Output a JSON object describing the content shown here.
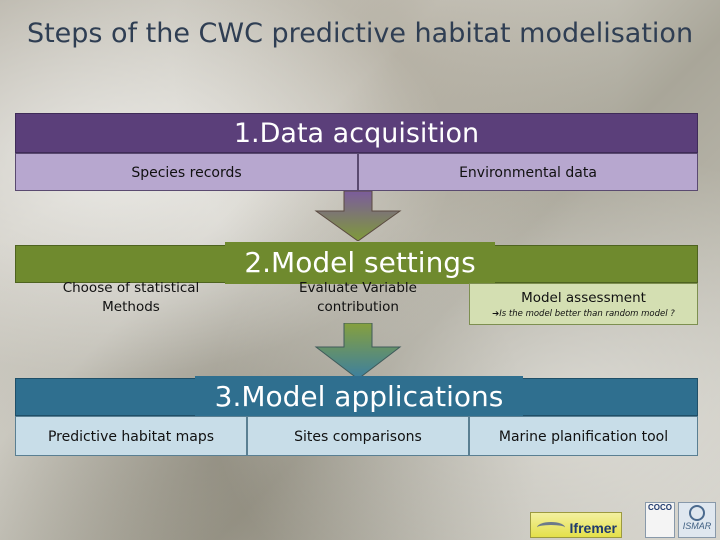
{
  "title": "Steps of the CWC predictive habitat modelisation",
  "step1": {
    "header": "1.Data acquisition",
    "cells": [
      "Species records",
      "Environmental data"
    ]
  },
  "step2": {
    "header": "2.Model settings",
    "cell1": [
      "Choose of statistical",
      "Methods"
    ],
    "cell2": [
      "Evaluate Variable",
      "contribution"
    ],
    "cell3": {
      "title": "Model assessment",
      "subtitle": "Is the model better than random model ?"
    }
  },
  "step3": {
    "header": "3.Model applications",
    "cells": [
      "Predictive habitat maps",
      "Sites comparisons",
      "Marine planification tool"
    ]
  },
  "logos": {
    "ifremer": "Ifremer",
    "coco": "COCO",
    "ismar": "ISMAR"
  },
  "colors": {
    "step1": "#5b3f7a",
    "step1_cells": "#b7a7cf",
    "step2": "#6f8a2e",
    "step2_cells": "#d4dfb2",
    "step3": "#2f6f8f",
    "step3_cells": "#c8dde8",
    "title_text": "#2f3e53"
  }
}
